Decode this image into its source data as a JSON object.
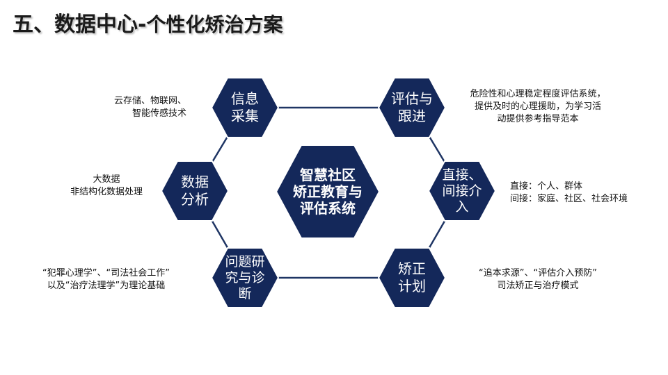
{
  "title": {
    "main": "五、数据中心-",
    "sub": "个性化矫治方案"
  },
  "colors": {
    "hex_fill": "#14285a",
    "hex_stroke": "#ffffff",
    "line": "#1f3564"
  },
  "center": {
    "lines": [
      "智慧社区",
      "矫正教育与",
      "评估系统"
    ]
  },
  "nodes": {
    "info": {
      "lines": [
        "信息",
        "采集"
      ]
    },
    "data": {
      "lines": [
        "数据",
        "分析"
      ]
    },
    "problem": {
      "lines": [
        "问题研",
        "究与诊",
        "断"
      ]
    },
    "eval": {
      "lines": [
        "评估与",
        "跟进"
      ]
    },
    "intervene": {
      "lines": [
        "直接、",
        "间接介",
        "入"
      ]
    },
    "plan": {
      "lines": [
        "矫正",
        "计划"
      ]
    }
  },
  "notes": {
    "info": [
      "云存储、物联网、",
      "智能传感技术"
    ],
    "data": [
      "大数据",
      "非结构化数据处理"
    ],
    "problem": [
      "“犯罪心理学”、“司法社会工作”",
      "以及“治疗法理学”为理论基础"
    ],
    "eval": [
      "危险性和心理稳定程度评估系统，",
      "提供及时的心理援助，为学习活",
      "动提供参考指导范本"
    ],
    "intervene": [
      "直接：个人、群体",
      "间接：家庭、社区、社会环境"
    ],
    "plan": [
      "“追本求源”、“评估介入预防”",
      "司法矫正与治疗模式"
    ]
  }
}
